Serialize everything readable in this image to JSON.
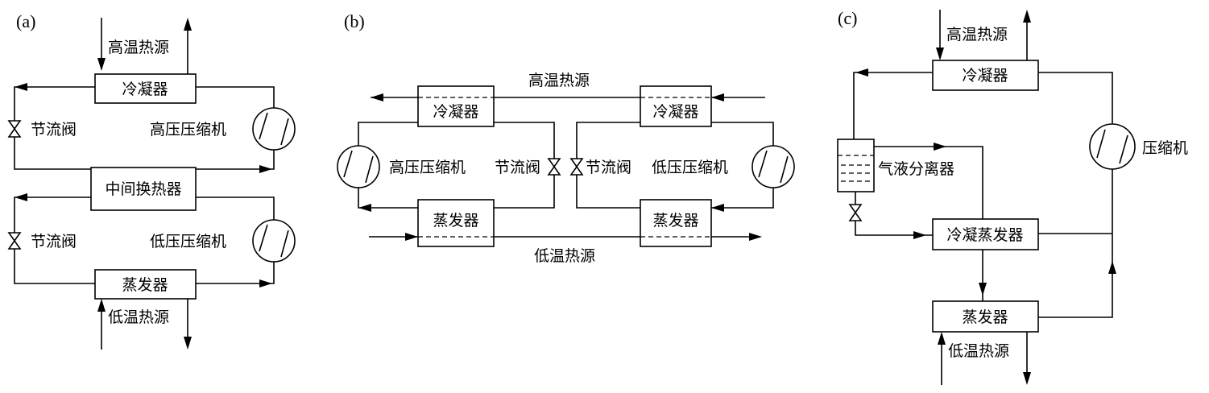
{
  "panel_a": {
    "tag": "(a)",
    "high_source": "高温热源",
    "condenser": "冷凝器",
    "throttle_top": "节流阀",
    "high_compressor": "高压压缩机",
    "intermediate_hx": "中间换热器",
    "throttle_bottom": "节流阀",
    "low_compressor": "低压压缩机",
    "evaporator": "蒸发器",
    "low_source": "低温热源"
  },
  "panel_b": {
    "tag": "(b)",
    "high_source": "高温热源",
    "condenser_left": "冷凝器",
    "condenser_right": "冷凝器",
    "high_compressor": "高压压缩机",
    "throttle_left": "节流阀",
    "throttle_right": "节流阀",
    "low_compressor": "低压压缩机",
    "evaporator_left": "蒸发器",
    "evaporator_right": "蒸发器",
    "low_source": "低温热源"
  },
  "panel_c": {
    "tag": "(c)",
    "high_source": "高温热源",
    "condenser": "冷凝器",
    "compressor": "压缩机",
    "separator": "气液分离器",
    "condenser_evaporator": "冷凝蒸发器",
    "evaporator": "蒸发器",
    "low_source": "低温热源"
  }
}
